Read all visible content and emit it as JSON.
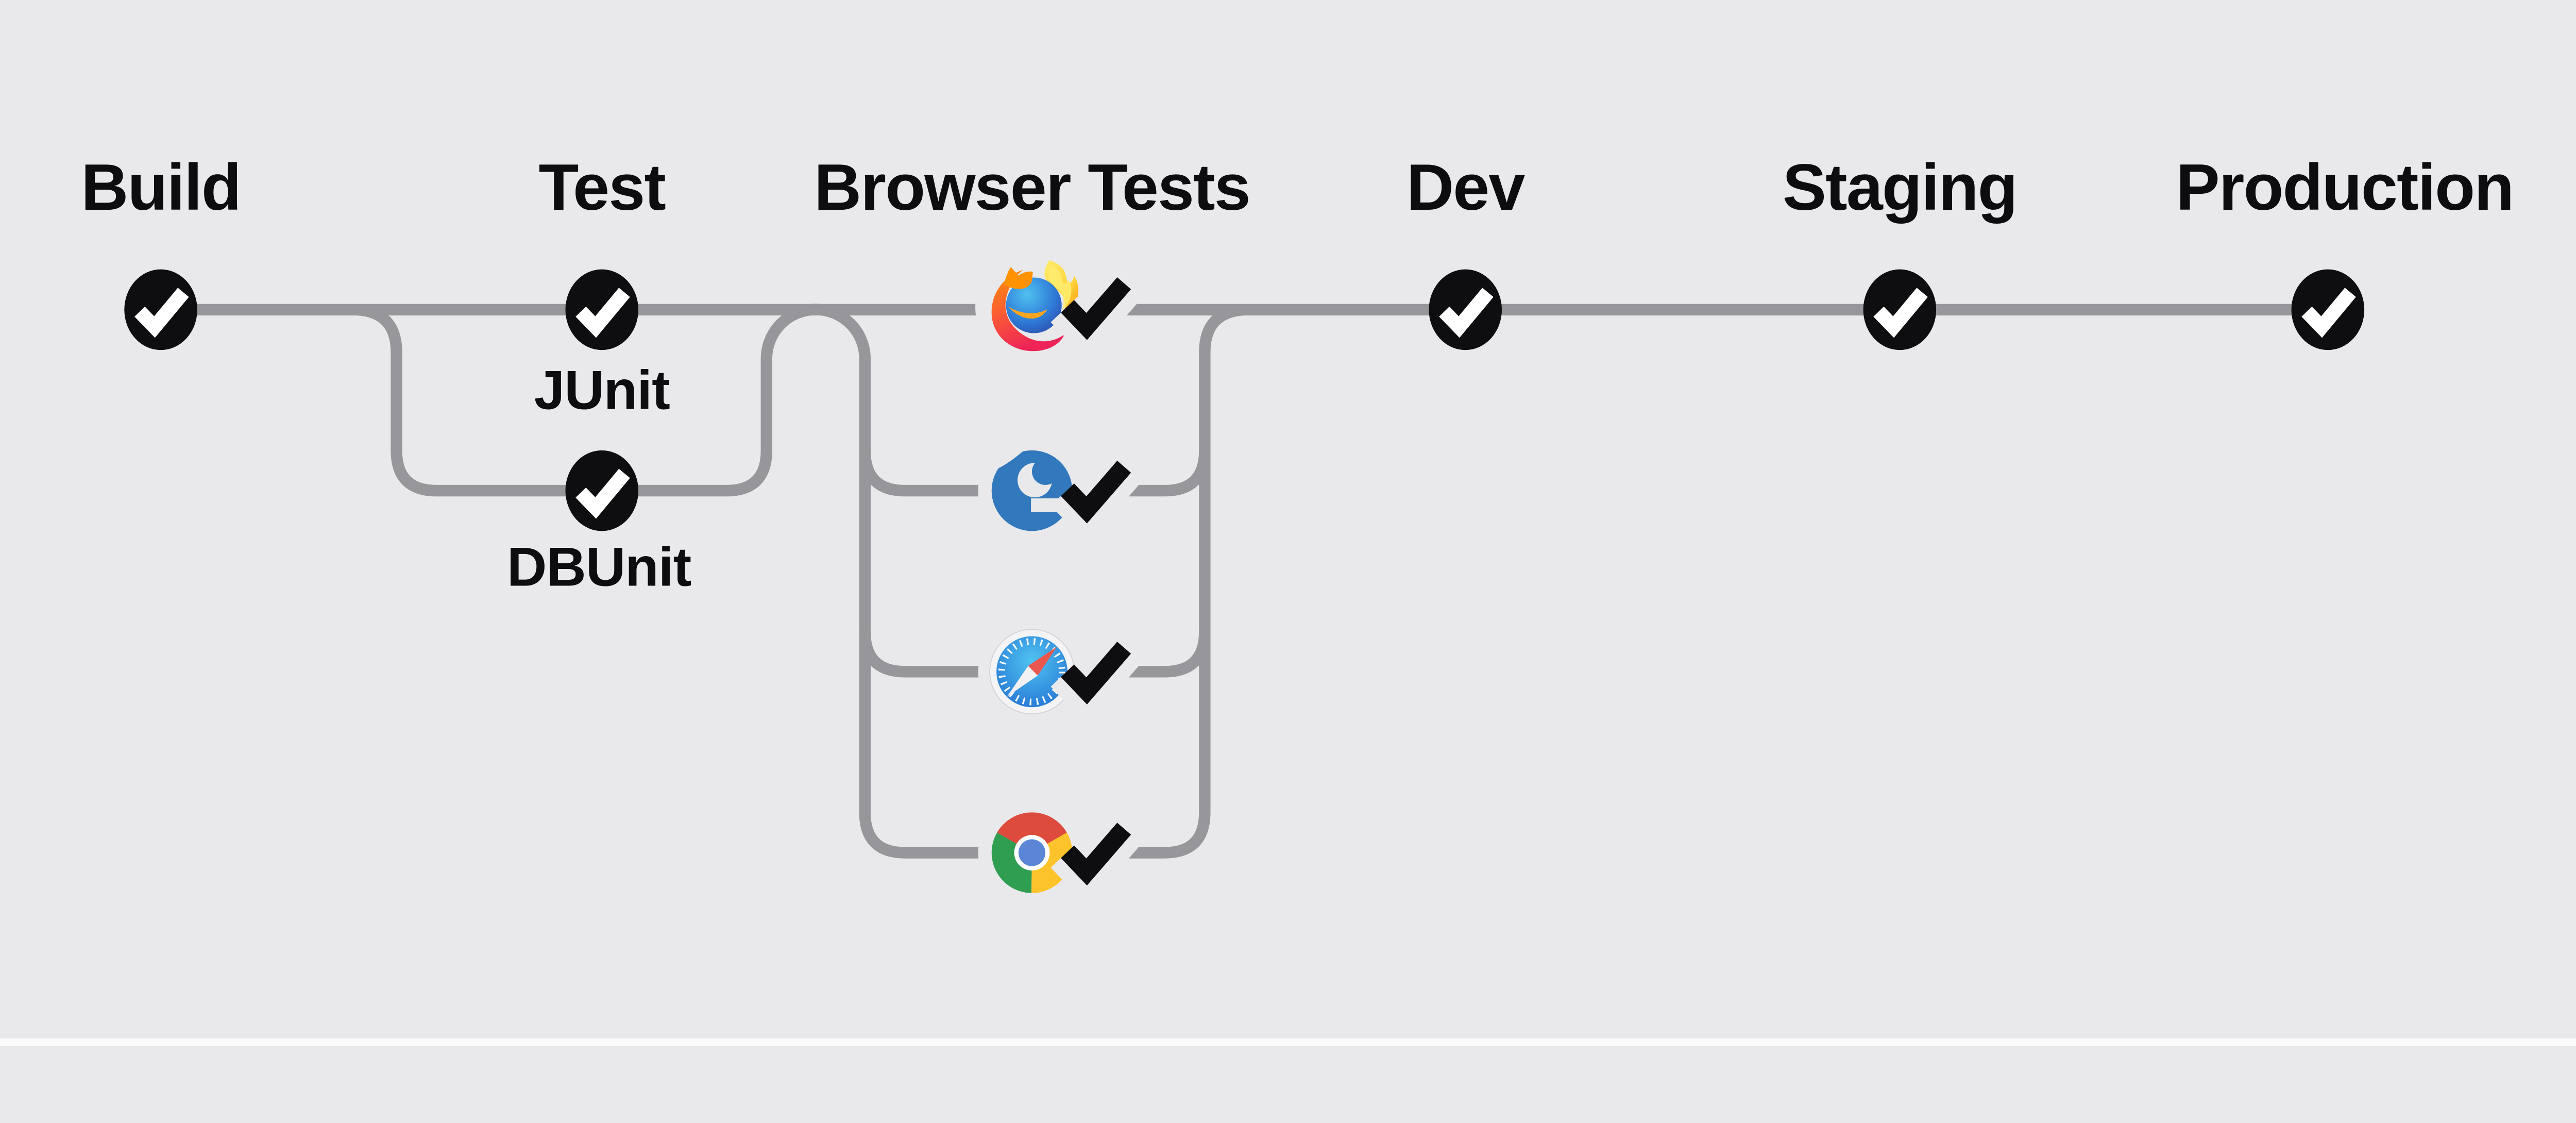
{
  "pipeline": {
    "stages": [
      {
        "id": "build",
        "label": "Build",
        "status": "passed"
      },
      {
        "id": "test",
        "label": "Test",
        "status": "passed"
      },
      {
        "id": "browser-tests",
        "label": "Browser Tests",
        "status": "passed"
      },
      {
        "id": "dev",
        "label": "Dev",
        "status": "passed"
      },
      {
        "id": "staging",
        "label": "Staging",
        "status": "passed"
      },
      {
        "id": "production",
        "label": "Production",
        "status": "passed"
      }
    ],
    "test_jobs": [
      {
        "label": "JUnit",
        "status": "passed"
      },
      {
        "label": "DBUnit",
        "status": "passed"
      }
    ],
    "browser_jobs": [
      {
        "name": "Firefox",
        "status": "passed"
      },
      {
        "name": "Edge",
        "status": "passed"
      },
      {
        "name": "Safari",
        "status": "passed"
      },
      {
        "name": "Chrome",
        "status": "passed"
      }
    ],
    "colors": {
      "background": "#e9e9eb",
      "connector": "#97979b",
      "node": "#0e0e10",
      "check": "#ffffff",
      "edge_blue": "#3278bd",
      "chrome_red": "#dc4b3c",
      "chrome_green": "#2f9e51",
      "chrome_yellow": "#fdc32b",
      "chrome_blue": "#5b86d5",
      "safari_blue_light": "#4fc3f1",
      "safari_blue_dark": "#1e66cf",
      "safari_red": "#e9574e",
      "firefox_orange": "#ff9502",
      "firefox_red": "#ee2458",
      "firefox_yellow": "#ffd53d",
      "firefox_globe_light": "#4fc1f0",
      "firefox_globe_dark": "#2b3f9f"
    }
  }
}
